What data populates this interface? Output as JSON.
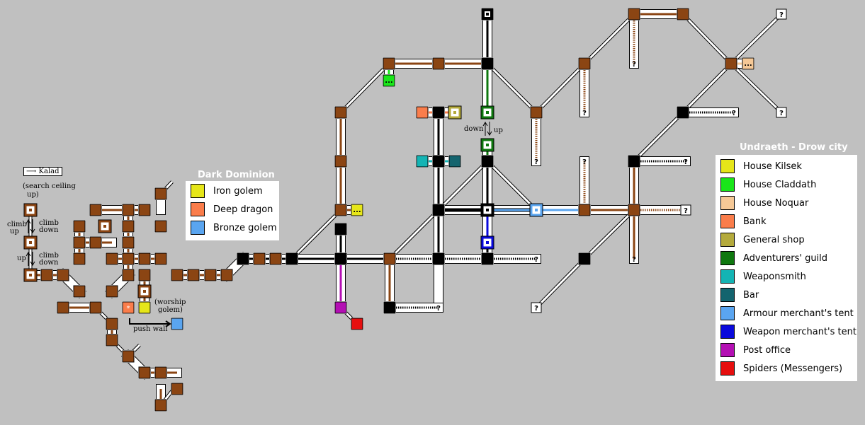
{
  "title": "Undraeth - Drow city",
  "legend_main": [
    {
      "label": "House Kilsek",
      "color": "#e6e619"
    },
    {
      "label": "House Claddath",
      "color": "#19e619"
    },
    {
      "label": "House Noquar",
      "color": "#f5c896"
    },
    {
      "label": "Bank",
      "color": "#fa7d4b"
    },
    {
      "label": "General shop",
      "color": "#b4aa3c"
    },
    {
      "label": "Adventurers' guild",
      "color": "#0f780f"
    },
    {
      "label": "Weaponsmith",
      "color": "#14b4b4"
    },
    {
      "label": "Bar",
      "color": "#14646e"
    },
    {
      "label": "Armour merchant's tent",
      "color": "#5aa5f0"
    },
    {
      "label": "Weapon merchant's tent",
      "color": "#0a0adc"
    },
    {
      "label": "Post office",
      "color": "#b40fb4"
    },
    {
      "label": "Spiders (Messengers)",
      "color": "#e60f0f"
    }
  ],
  "dark_dominion": {
    "title": "Dark Dominion",
    "items": [
      {
        "label": "Iron golem",
        "color": "#e6e619"
      },
      {
        "label": "Deep dragon",
        "color": "#fa7d4b"
      },
      {
        "label": "Bronze golem",
        "color": "#5aa5f0"
      }
    ]
  },
  "notes": {
    "kalad": "Kalad",
    "search_ceiling": "(search ceiling",
    "search_ceiling_2": "up)",
    "climb_up": "climb",
    "climb_up_2": "up",
    "climb_down": "climb",
    "climb_down_2": "down",
    "up": "up",
    "climb_down_b": "climb",
    "climb_down_b2": "down",
    "worship": "(worship",
    "worship_2": "golem)",
    "push_wall": "push wall",
    "down": "down",
    "up2": "up",
    "unknown": "?",
    "more": "...",
    "star": "*"
  },
  "colors": {
    "background": "#c0c0c0",
    "room_brown": "#8b4513",
    "room_black": "#000000",
    "corridor": "#ffffff",
    "corridor_brown": "#8b4513"
  }
}
